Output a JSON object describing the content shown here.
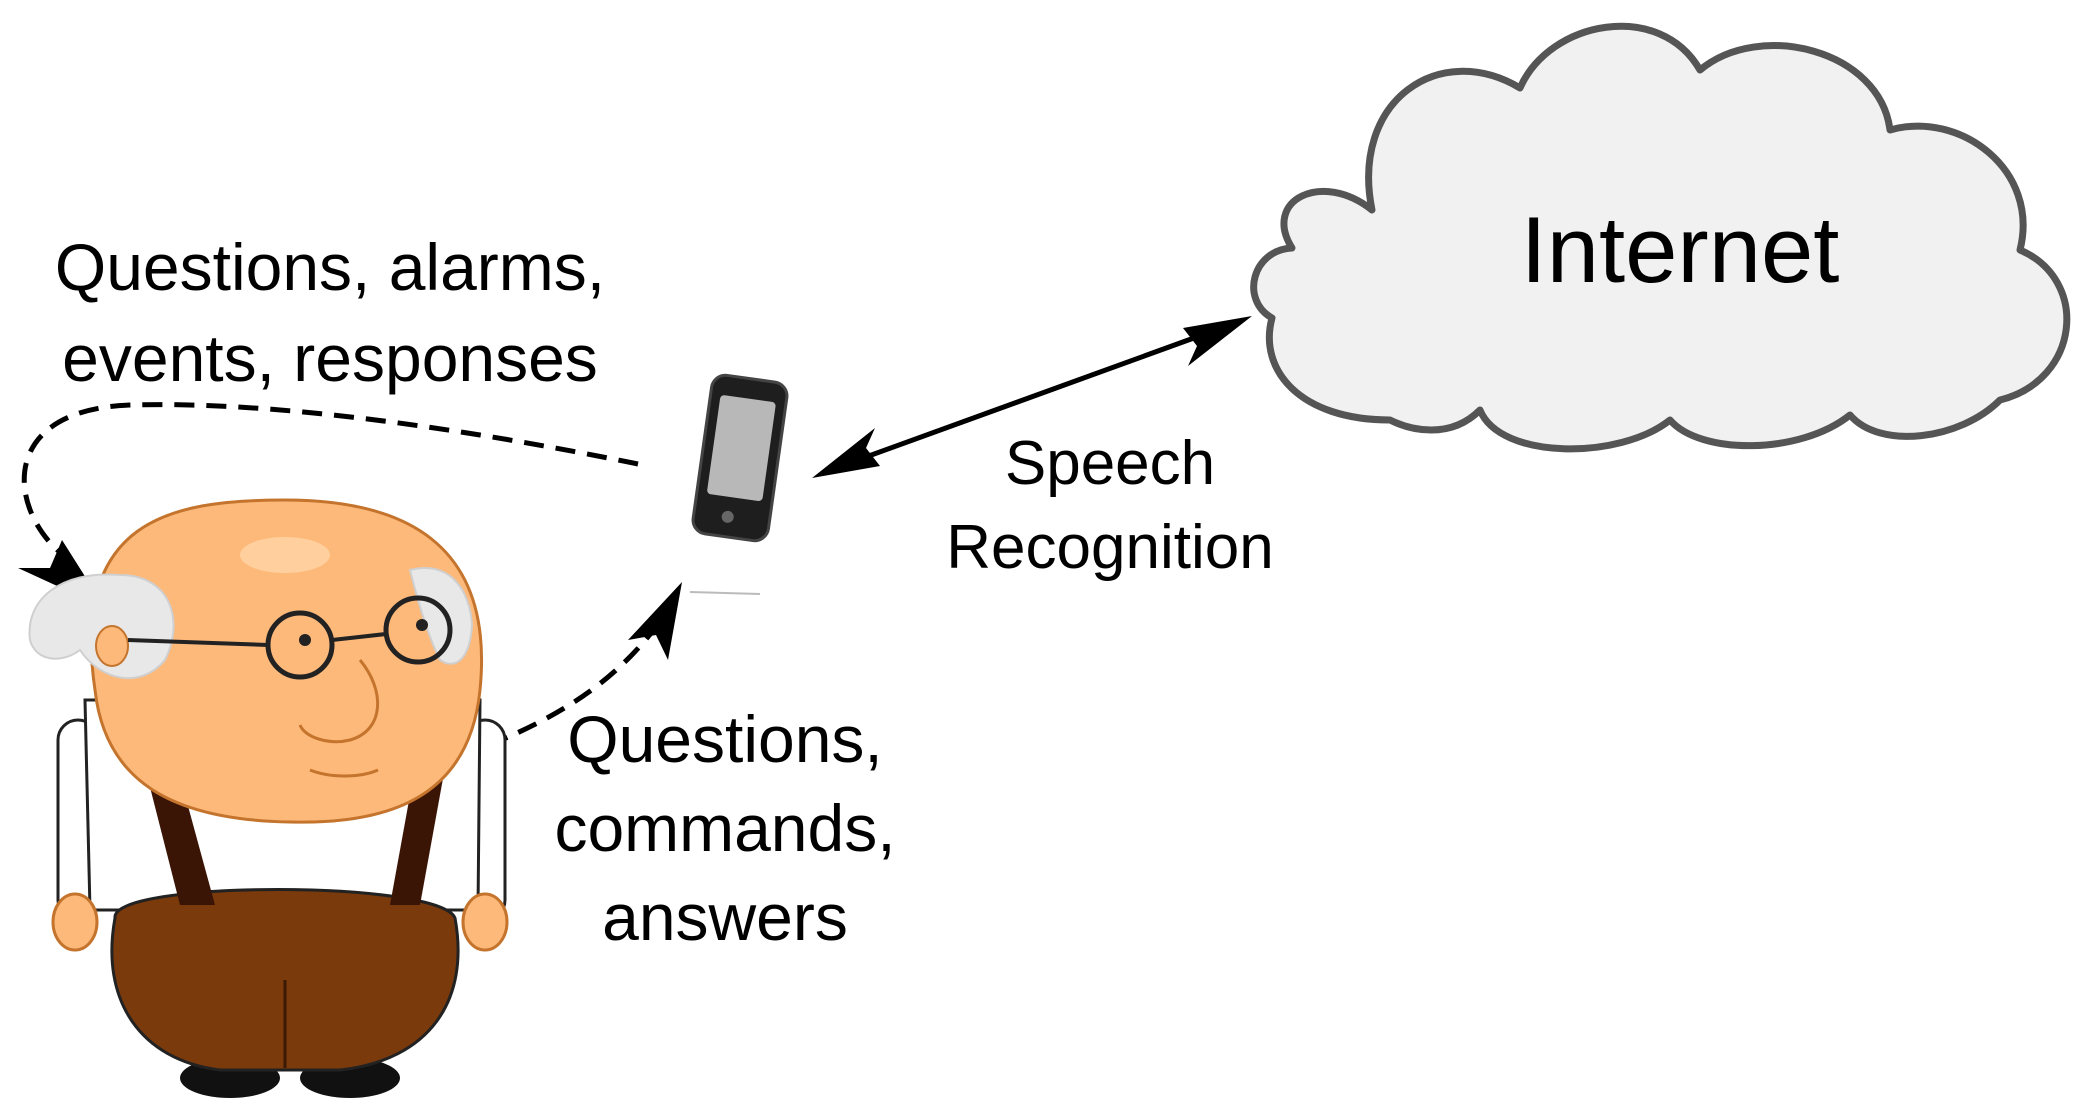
{
  "labels": {
    "top_line1": "Questions, alarms,",
    "top_line2": "events, responses",
    "bottom_line1": "Questions,",
    "bottom_line2": "commands,",
    "bottom_line3": "answers",
    "speech_line1": "Speech",
    "speech_line2": "Recognition",
    "cloud": "Internet"
  },
  "colors": {
    "skin": "#FDB97A",
    "skin_outline": "#C4742C",
    "pants": "#7B3A0C",
    "suspenders": "#3A1405",
    "hair": "#E8E8E8",
    "cloud_fill": "#F1F1F1",
    "cloud_stroke": "#555555",
    "phone_body": "#1E1E1E",
    "phone_screen": "#B8B8B8",
    "arrow": "#000000"
  },
  "icons": {
    "person": "elderly-man-icon",
    "phone": "smartphone-icon",
    "cloud": "cloud-icon"
  }
}
